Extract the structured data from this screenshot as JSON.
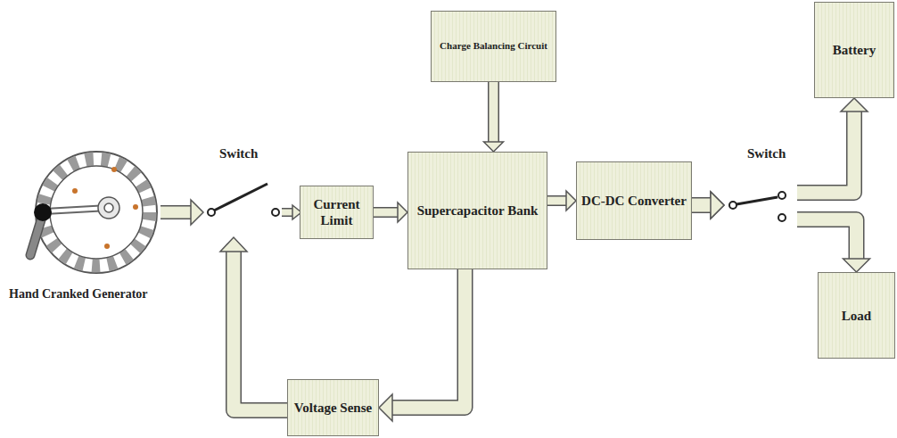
{
  "diagram": {
    "nodes": [
      {
        "text": [
          "Charge Balancing Circuit"
        ]
      },
      {
        "text": [
          "Current Limit"
        ]
      },
      {
        "text": [
          "Supercapacitor Bank"
        ]
      },
      {
        "text": [
          "DC-DC Converter"
        ]
      },
      {
        "text": [
          "Battery"
        ]
      },
      {
        "text": [
          "Load"
        ]
      },
      {
        "text": [
          "Voltage Sense"
        ]
      }
    ],
    "edges": [
      {
        "from": 0,
        "to": 2,
        "arrow": "to"
      },
      {
        "from": 1,
        "to": 2,
        "arrow": "to"
      },
      {
        "from": 2,
        "to": 3,
        "arrow": "to"
      },
      {
        "from": 3,
        "to": 4,
        "arrow": "to"
      },
      {
        "from": 3,
        "to": 5,
        "arrow": "to"
      },
      {
        "from": 2,
        "to": 6,
        "arrow": "to"
      }
    ],
    "labels": [
      "Switch",
      "Switch",
      "Hand Cranked Generator"
    ]
  }
}
